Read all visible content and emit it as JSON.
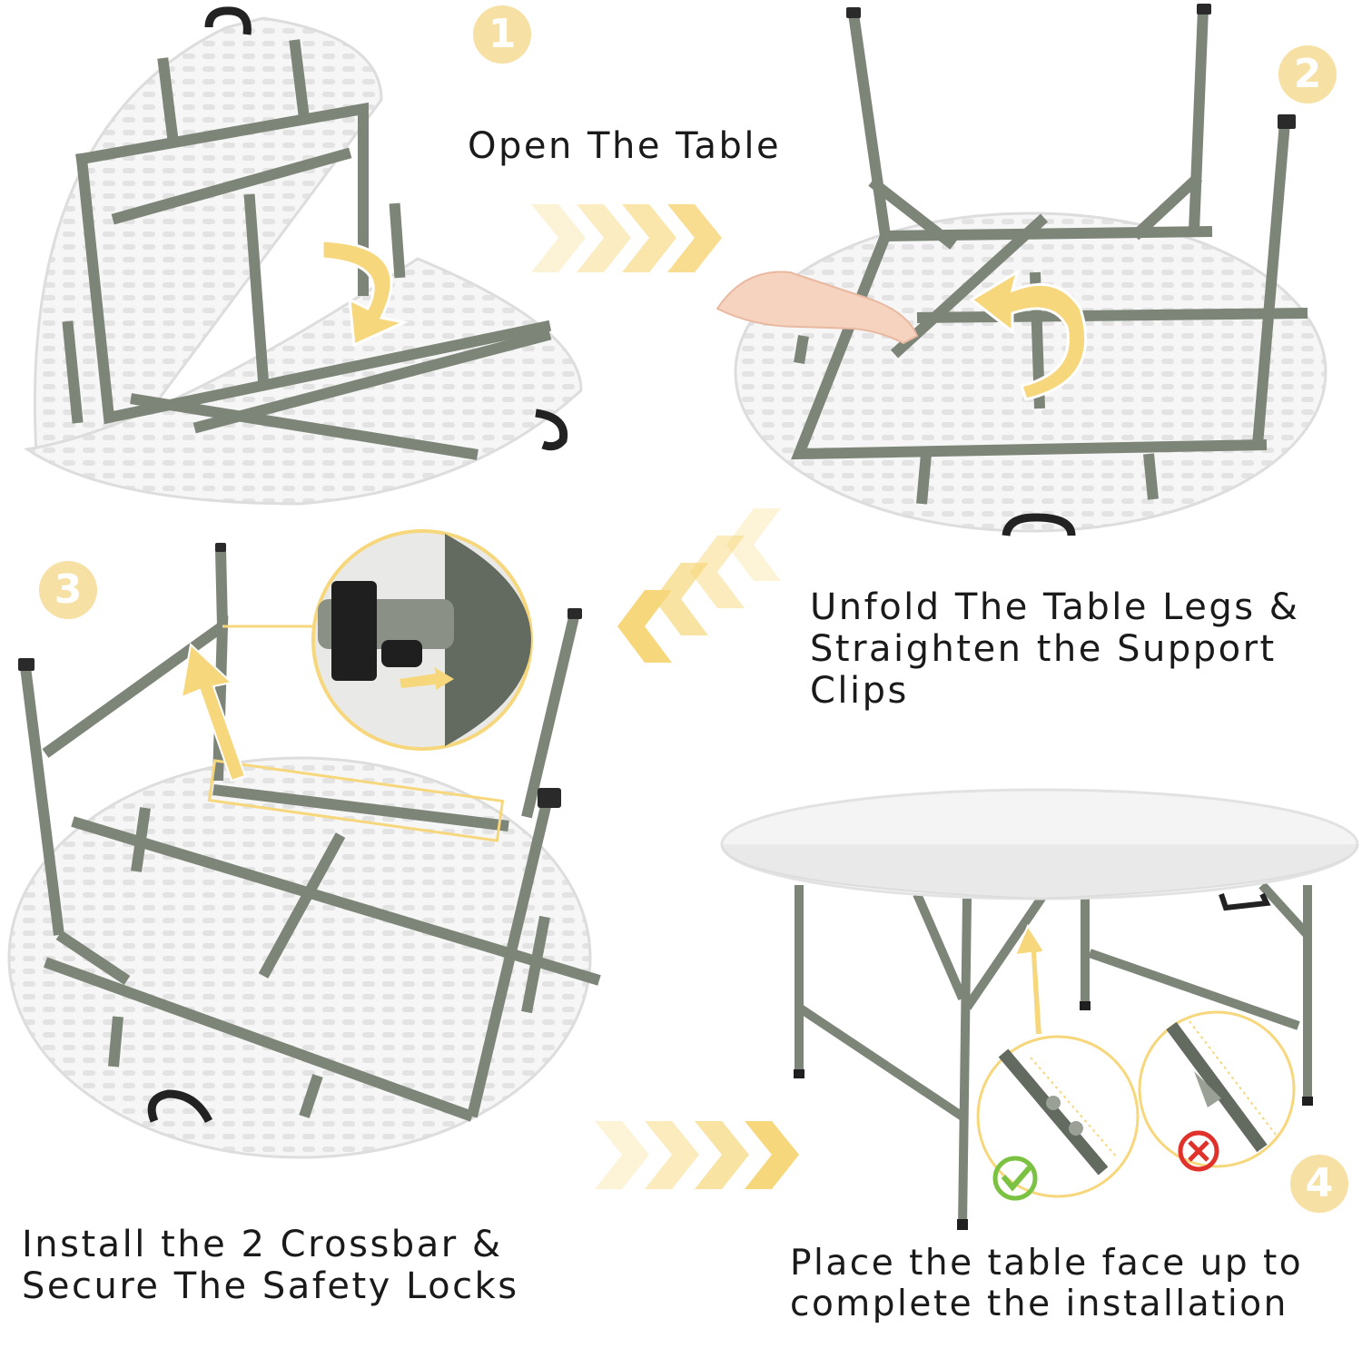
{
  "steps": [
    {
      "number": "1",
      "caption": "Open The Table"
    },
    {
      "number": "2",
      "caption": "Unfold The Table Legs &\nStraighten the Support\nClips"
    },
    {
      "number": "3",
      "caption": "Install the 2 Crossbar &\nSecure The Safety Locks"
    },
    {
      "number": "4",
      "caption": "Place the table face up to\ncomplete the installation"
    }
  ],
  "colors": {
    "badge": "#f7e0a3",
    "arrow": "#f7d77c",
    "frame": "#7d8578",
    "tabletop": "#f4f4f4",
    "ok": "#7cc242",
    "bad": "#e0312b"
  },
  "icons": [
    "curved-arrow-icon",
    "chevron-arrow-icon",
    "check-icon",
    "cross-icon",
    "handle-icon"
  ]
}
